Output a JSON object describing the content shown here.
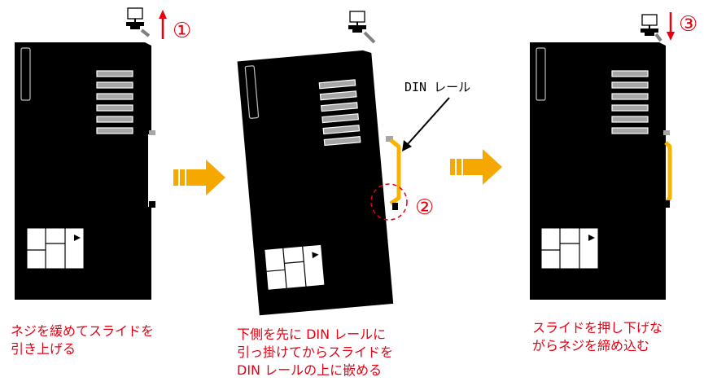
{
  "steps": [
    {
      "marker": "①",
      "marker_color": "#e60012",
      "arrow": "up",
      "caption_lines": [
        "ネジを緩めてスライドを",
        "引き上げる"
      ]
    },
    {
      "marker": "②",
      "marker_color": "#e60012",
      "rail_label": "DIN レール",
      "caption_lines": [
        "下側を先に DIN レールに",
        "引っ掛けてからスライドを",
        "DIN レールの上に嵌める"
      ]
    },
    {
      "marker": "③",
      "marker_color": "#e60012",
      "arrow": "down",
      "caption_lines": [
        "スライドを押し下げな",
        "がらネジを締め込む"
      ]
    }
  ],
  "colors": {
    "caption": "#e60012",
    "device_body": "#000000",
    "vent_slot": "#a6a6a6",
    "din_rail": "#f7b300",
    "flow_arrow": "#f5a800",
    "highlight_circle": "#e60012"
  },
  "icons": [
    "screw-icon",
    "flow-arrow-icon",
    "din-rail-icon"
  ]
}
